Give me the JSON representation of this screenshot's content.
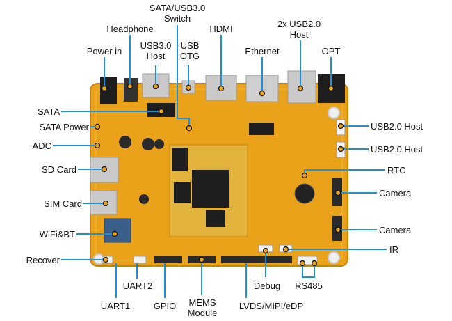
{
  "colors": {
    "leader": "#1f8fd6",
    "pcb": "#e9a21a",
    "pcb_dark": "#c9830d",
    "silkscreen": "#f7e27a",
    "pad": "#e7b93c",
    "chip": "#1e1e1e",
    "metal": "#c9c9c9",
    "header": "#2a2a2a",
    "label_text": "#111111"
  },
  "labels": {
    "power_in": "Power in",
    "headphone": "Headphone",
    "usb30_host": [
      "USB3.0",
      "Host"
    ],
    "sata_usb30_switch": [
      "SATA/USB3.0",
      "Switch"
    ],
    "usb_otg": [
      "USB",
      "OTG"
    ],
    "hdmi": "HDMI",
    "ethernet": "Ethernet",
    "usb20_host_2x": [
      "2x USB2.0",
      "Host"
    ],
    "opt": "OPT",
    "sata": "SATA",
    "sata_power": "SATA Power",
    "adc": "ADC",
    "sd_card": "SD Card",
    "sim_card": "SIM Card",
    "wifi_bt": "WiFi&BT",
    "recover": "Recover",
    "usb20_host_right_1": "USB2.0 Host",
    "usb20_host_right_2": "USB2.0 Host",
    "rtc": "RTC",
    "camera_1": "Camera",
    "camera_2": "Camera",
    "ir": "IR",
    "uart2": "UART2",
    "uart1": "UART1",
    "gpio": "GPIO",
    "mems_module": [
      "MEMS",
      "Module"
    ],
    "lvds_mipi_edp": "LVDS/MIPI/eDP",
    "debug": "Debug",
    "rs485": "RS485"
  }
}
